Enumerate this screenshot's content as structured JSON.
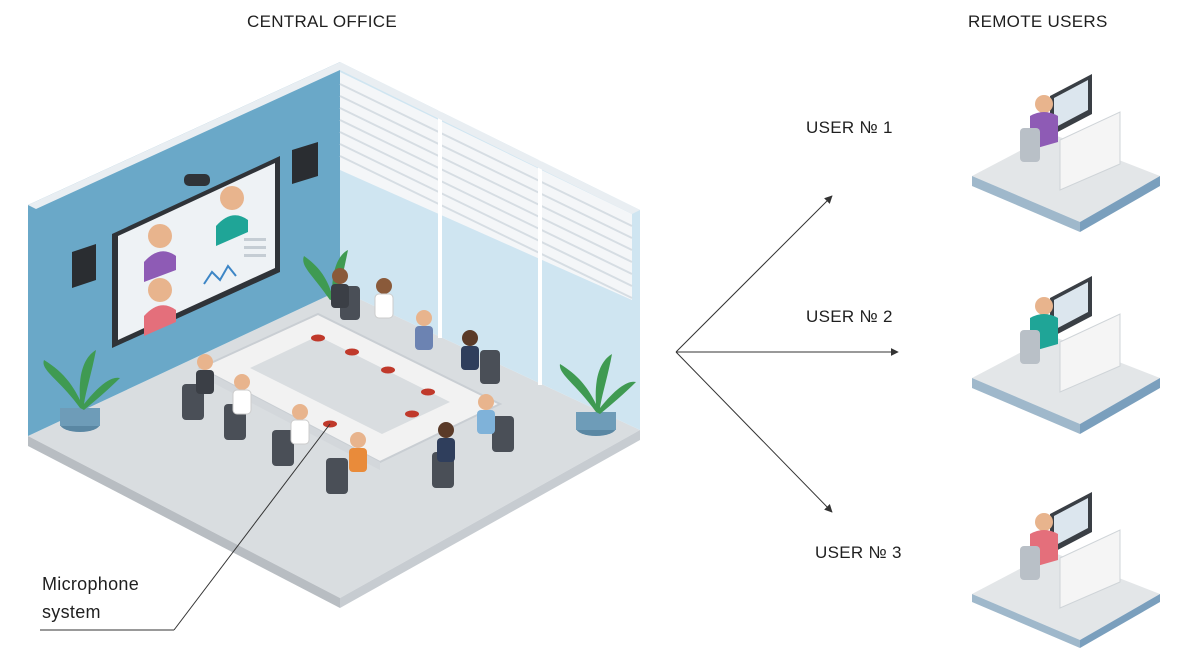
{
  "headings": {
    "central_office": "CENTRAL OFFICE",
    "remote_users": "REMOTE USERS"
  },
  "users": [
    {
      "label": "USER № 1",
      "shirt_color": "#8e5bb5"
    },
    {
      "label": "USER № 2",
      "shirt_color": "#1fa597"
    },
    {
      "label": "USER № 3",
      "shirt_color": "#e46f7b"
    }
  ],
  "callout": {
    "line1": "Microphone",
    "line2": "system"
  },
  "screen_participants": [
    {
      "shirt_color": "#8e5bb5"
    },
    {
      "shirt_color": "#1fa597"
    },
    {
      "shirt_color": "#e46f7b"
    }
  ],
  "colors": {
    "back_wall": "#6aa8c8",
    "glass_wall": "#cfe5f1",
    "floor": "#d9dde0",
    "table": "#f2f2f2",
    "chair": "#4a4f57",
    "plant": "#3f9a52",
    "arrow": "#333333"
  }
}
